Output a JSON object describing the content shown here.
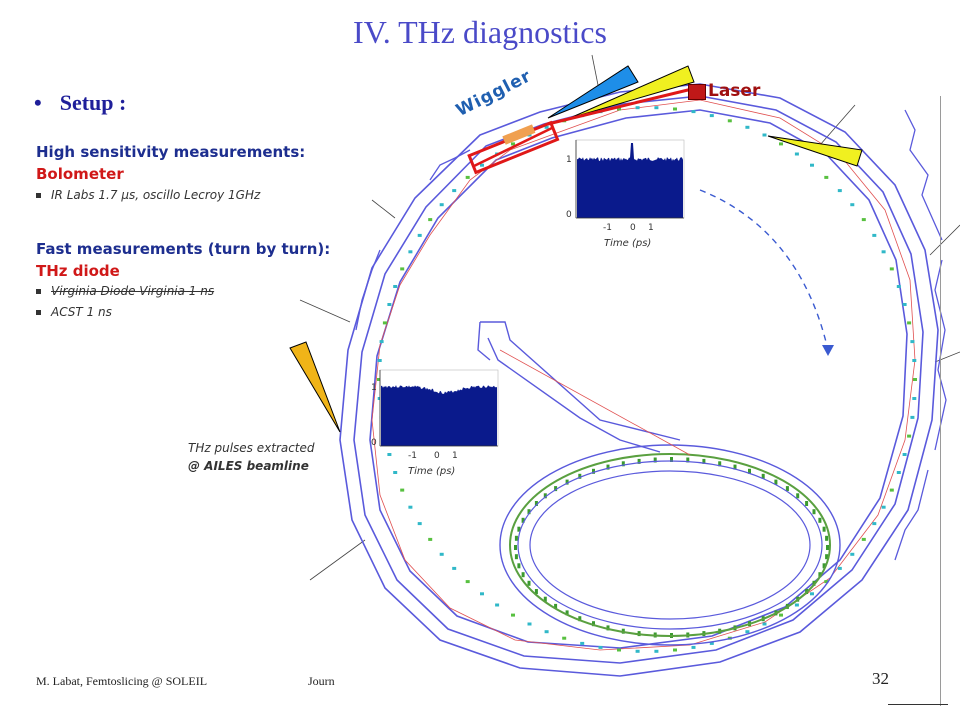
{
  "title": "IV. THz diagnostics",
  "setup": {
    "bullet": "•",
    "label": "Setup :"
  },
  "section1": {
    "heading": "High sensitivity measurements:",
    "device": "Bolometer",
    "items": [
      "IR Labs  1.7 µs, oscillo Lecroy 1GHz"
    ]
  },
  "section2": {
    "heading": "Fast measurements (turn by turn):",
    "device": "THz diode",
    "items": [
      "Virginia Diode Virginia  1 ns",
      "ACST 1 ns"
    ]
  },
  "labels": {
    "laser": "Laser",
    "wiggler": "Wiggler",
    "thz_caption": "THz pulses extracted",
    "thz_beamline": "@ AILES beamline"
  },
  "inset_top": {
    "y_ticks": [
      "1",
      "0"
    ],
    "x_ticks": [
      "-1",
      "0",
      "1"
    ],
    "xlabel": "Time (ps)"
  },
  "inset_mid": {
    "y_ticks": [
      "1",
      "0"
    ],
    "x_ticks": [
      "-1",
      "0",
      "1"
    ],
    "xlabel": "Time (ps)"
  },
  "footer": {
    "author": "M. Labat, Femtoslicing @ SOLEIL",
    "mid": "Journ",
    "page": "32"
  },
  "colors": {
    "title": "#4a4ac8",
    "heading": "#1d2e8f",
    "device": "#d01818",
    "ring": "#5a5adc",
    "signal": "#0a1a8c",
    "beam": "#e01818"
  }
}
